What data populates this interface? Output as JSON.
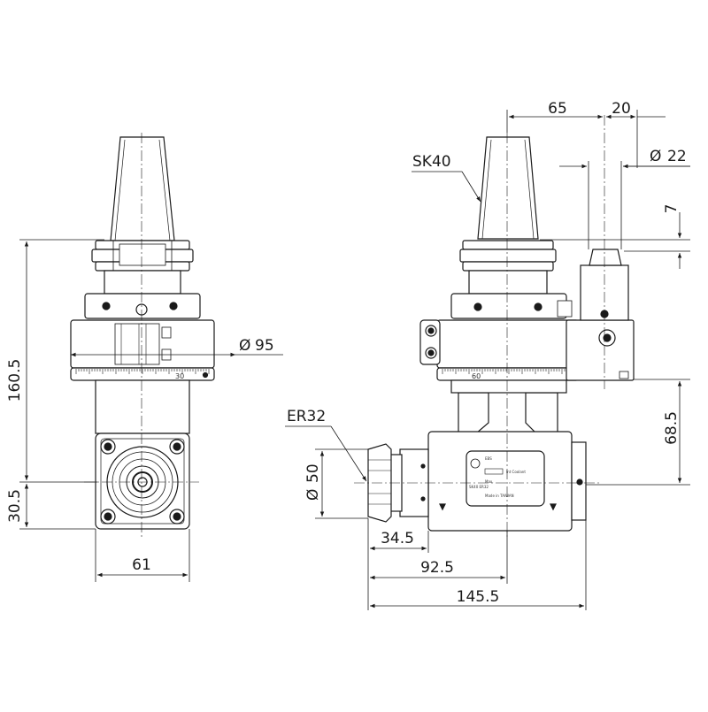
{
  "drawing": {
    "front_view": {
      "dim_height_total": "160.5",
      "dim_height_spindle": "30.5",
      "dim_width_flange": "61",
      "dim_diameter_body": "95",
      "diameter_symbol": "Ø",
      "scale_mark": "30"
    },
    "side_view": {
      "label_taper": "SK40",
      "label_collet": "ER32",
      "dim_stop_offset": "65",
      "dim_stop_width": "20",
      "dim_stop_diameter": "22",
      "dim_stop_height": "7",
      "dim_spindle_height": "68.5",
      "dim_collet_diameter": "50",
      "dim_nut_length": "34.5",
      "dim_spindle_to_center": "92.5",
      "dim_overall_length": "145.5",
      "diameter_symbol": "Ø",
      "scale_mark": "60"
    },
    "nameplate": {
      "line1": "EBS",
      "line2": "Int Coolant",
      "line3": "Max.",
      "line4": "SK40 ER32",
      "line5": "Made in TAIWAN"
    },
    "colors": {
      "line": "#1a1a1a",
      "body_fill": "#ffffff",
      "shade": "#d8d8d8"
    }
  }
}
